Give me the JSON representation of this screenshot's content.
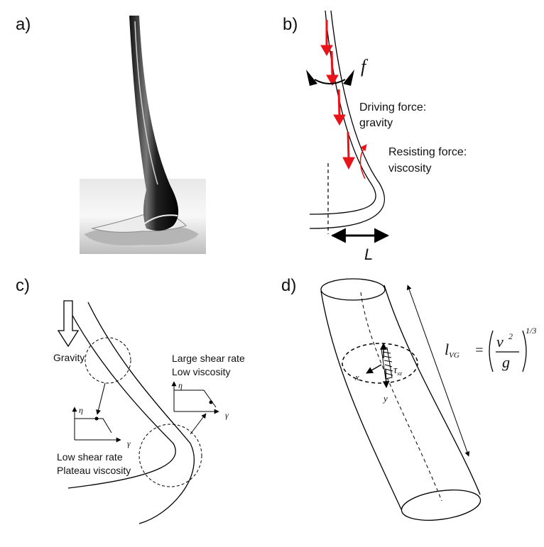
{
  "panels": {
    "a": {
      "label": "a)"
    },
    "b": {
      "label": "b)",
      "symbol_f": "f",
      "driving_force": [
        "Driving force:",
        "gravity"
      ],
      "resisting_force": [
        "Resisting force:",
        "viscosity"
      ],
      "length_symbol": "L",
      "colors": {
        "arrows": "#e8141a"
      }
    },
    "c": {
      "label": "c)",
      "gravity": "Gravity",
      "upper_text": [
        "Large shear rate",
        "Low viscosity"
      ],
      "lower_text": [
        "Low shear rate",
        "Plateau viscosity"
      ],
      "eta": "η",
      "gamma": "γ"
    },
    "d": {
      "label": "d)",
      "x": "x",
      "y": "y",
      "tau": "τ",
      "tau_sub": "xz",
      "formula": {
        "l": "l",
        "l_sub": "VG",
        "eq": "=",
        "nu": "ν",
        "sq": "2",
        "g": "g",
        "exp": "1/3"
      }
    }
  }
}
